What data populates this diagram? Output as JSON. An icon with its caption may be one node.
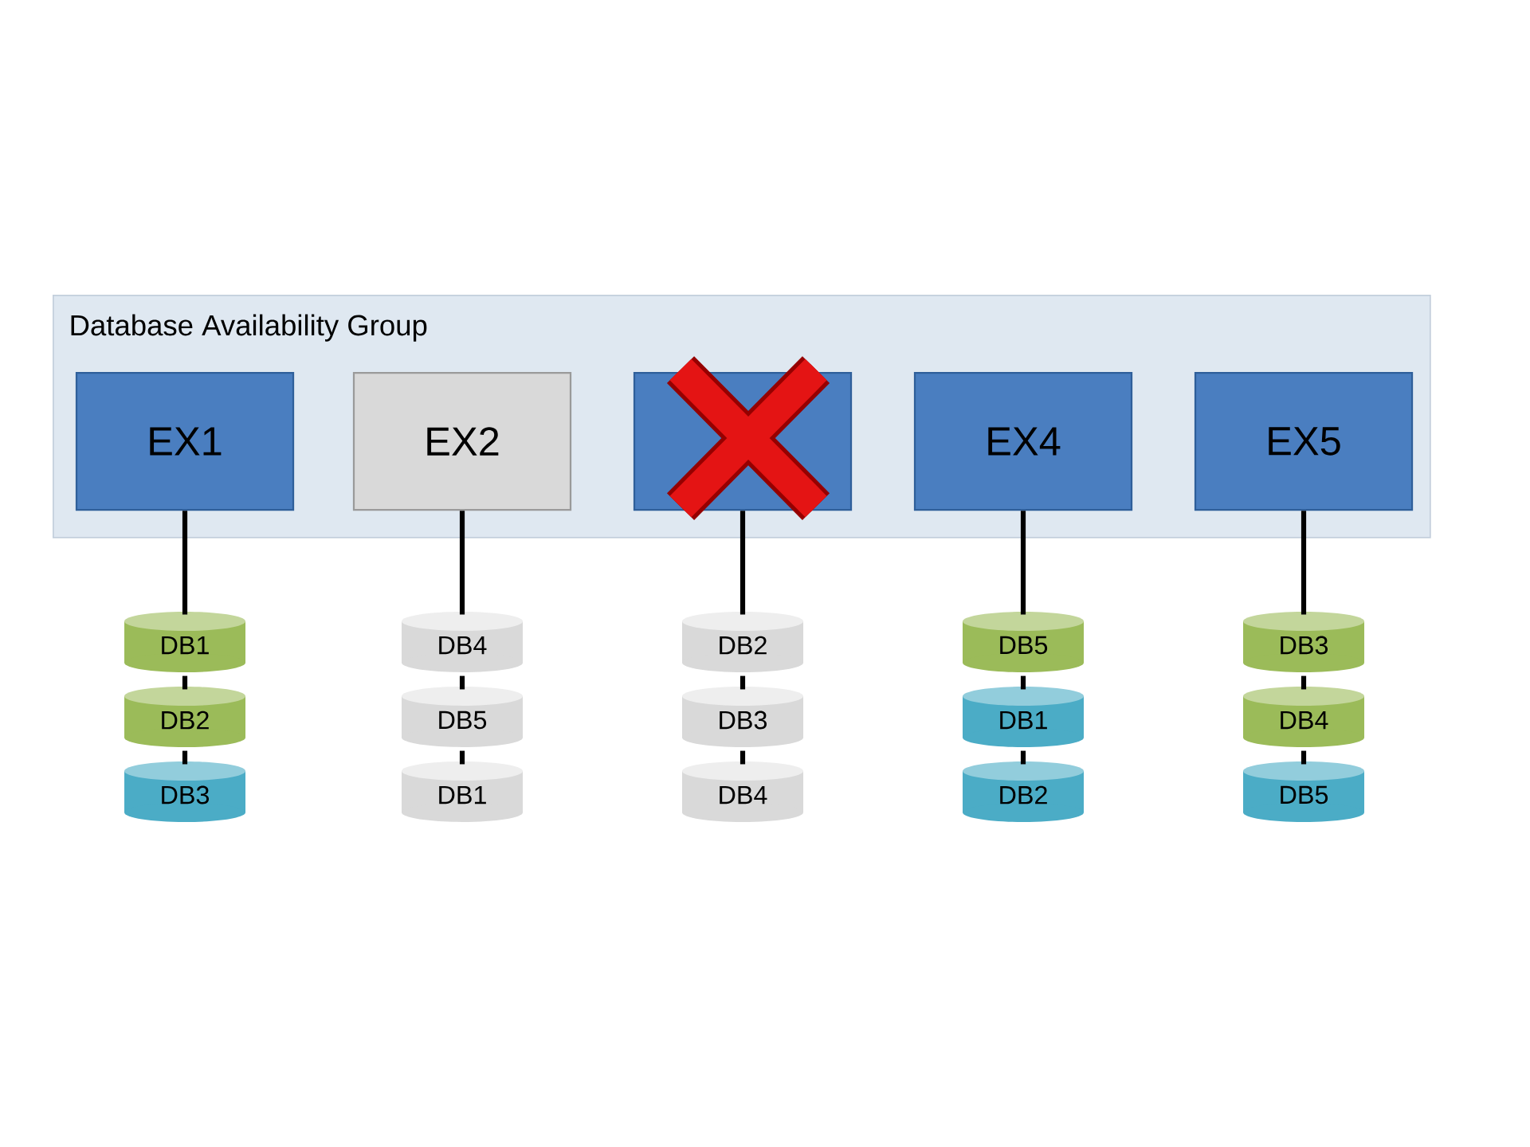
{
  "diagram": {
    "nodes": [
      {
        "text": [
          "Database Availability Group"
        ]
      },
      {
        "text": [
          "EX1"
        ],
        "in": 0
      },
      {
        "text": [
          "EX2"
        ],
        "in": 0
      },
      {
        "text": [],
        "shape": "box",
        "in": 0
      },
      {
        "text": [
          "EX4"
        ],
        "in": 0
      },
      {
        "text": [
          "EX5"
        ],
        "in": 0
      },
      {
        "text": [
          "DB1"
        ]
      },
      {
        "text": [
          "DB2"
        ]
      },
      {
        "text": [
          "DB3"
        ]
      },
      {
        "text": [
          "DB4"
        ]
      },
      {
        "text": [
          "DB5"
        ]
      },
      {
        "text": [
          "DB1"
        ]
      },
      {
        "text": [
          "DB2"
        ]
      },
      {
        "text": [
          "DB3"
        ]
      },
      {
        "text": [
          "DB4"
        ]
      },
      {
        "text": [
          "DB5"
        ]
      },
      {
        "text": [
          "DB1"
        ]
      },
      {
        "text": [
          "DB2"
        ]
      },
      {
        "text": [
          "DB3"
        ]
      },
      {
        "text": [
          "DB4"
        ]
      },
      {
        "text": [
          "DB5"
        ]
      }
    ],
    "edges": [
      {
        "from": 1,
        "to": 6,
        "arrow": "none"
      },
      {
        "from": 6,
        "to": 7,
        "arrow": "none"
      },
      {
        "from": 7,
        "to": 8,
        "arrow": "none"
      },
      {
        "from": 2,
        "to": 9,
        "arrow": "none"
      },
      {
        "from": 9,
        "to": 10,
        "arrow": "none"
      },
      {
        "from": 10,
        "to": 11,
        "arrow": "none"
      },
      {
        "from": 3,
        "to": 12,
        "arrow": "none"
      },
      {
        "from": 12,
        "to": 13,
        "arrow": "none"
      },
      {
        "from": 13,
        "to": 14,
        "arrow": "none"
      },
      {
        "from": 4,
        "to": 15,
        "arrow": "none"
      },
      {
        "from": 15,
        "to": 16,
        "arrow": "none"
      },
      {
        "from": 16,
        "to": 17,
        "arrow": "none"
      },
      {
        "from": 5,
        "to": 18,
        "arrow": "none"
      },
      {
        "from": 18,
        "to": 19,
        "arrow": "none"
      },
      {
        "from": 19,
        "to": 20,
        "arrow": "none"
      }
    ]
  }
}
